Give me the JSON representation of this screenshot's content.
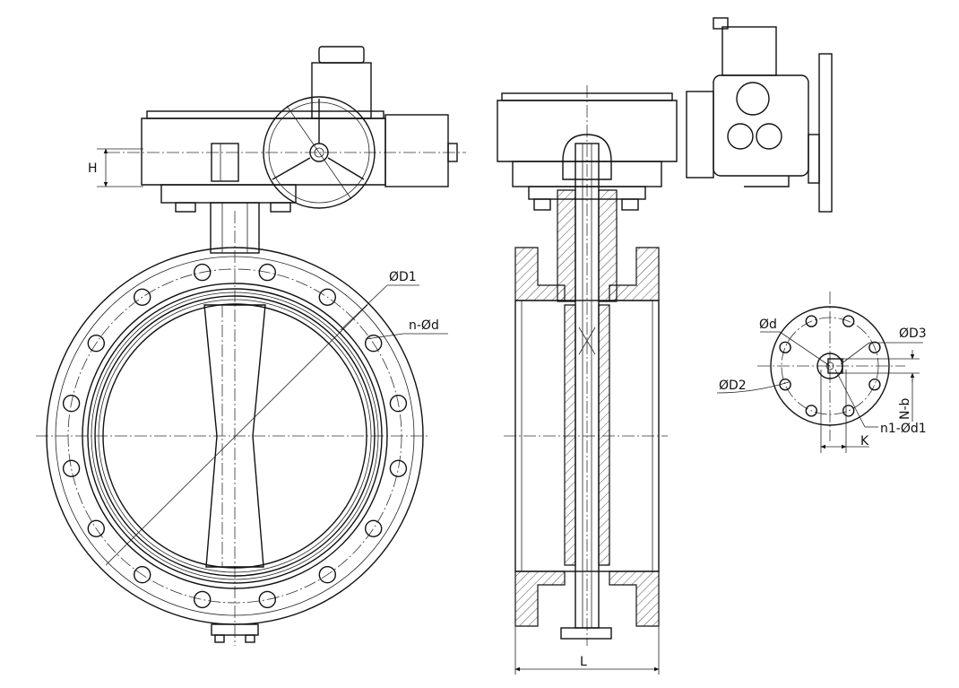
{
  "labels": {
    "h": "H",
    "od1": "ØD1",
    "n_od": "n-Ød",
    "l": "L",
    "od": "Ød",
    "od3": "ØD3",
    "od2": "ØD2",
    "n_b": "N-b",
    "k": "K",
    "n1_od1": "n1-Ød1"
  }
}
